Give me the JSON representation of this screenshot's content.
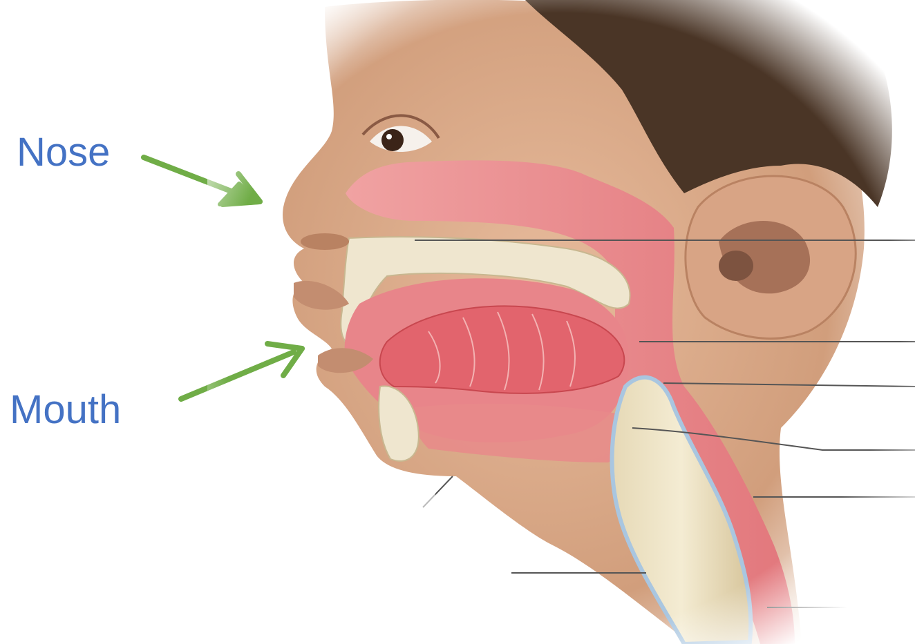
{
  "labels": {
    "nose": "Nose",
    "mouth": "Mouth"
  },
  "colors": {
    "label_text": "#4472c4",
    "arrow": "#70ad47",
    "skin": "#d9a987",
    "skin_shadow": "#b98262",
    "hair": "#4a3526",
    "airway": "#e88a8a",
    "airway_dark": "#d85f66",
    "bone": "#efe6cf",
    "leader_line": "#555555"
  },
  "illustration": {
    "subject": "sagittal-section-child-head-upper-airway",
    "leader_lines_count": 8
  }
}
